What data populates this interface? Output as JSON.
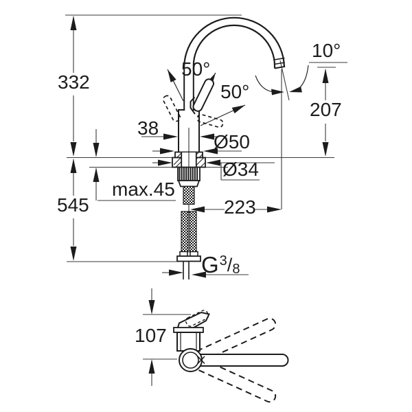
{
  "colors": {
    "line": "#1c1c1c",
    "background": "#ffffff"
  },
  "labels": {
    "height_above_deck": "332",
    "height_total": "545",
    "deck_thickness_max": "max.45",
    "body_width": "38",
    "base_diameter": "Ø50",
    "hole_diameter": "Ø34",
    "spout_reach": "223",
    "outlet_height": "207",
    "outlet_angle": "10°",
    "handle_angle_left": "50°",
    "handle_angle_right": "50°",
    "swivel_offset": "107",
    "thread_g": "G",
    "thread_numerator": "3",
    "thread_slash": "/",
    "thread_denominator": "8"
  }
}
